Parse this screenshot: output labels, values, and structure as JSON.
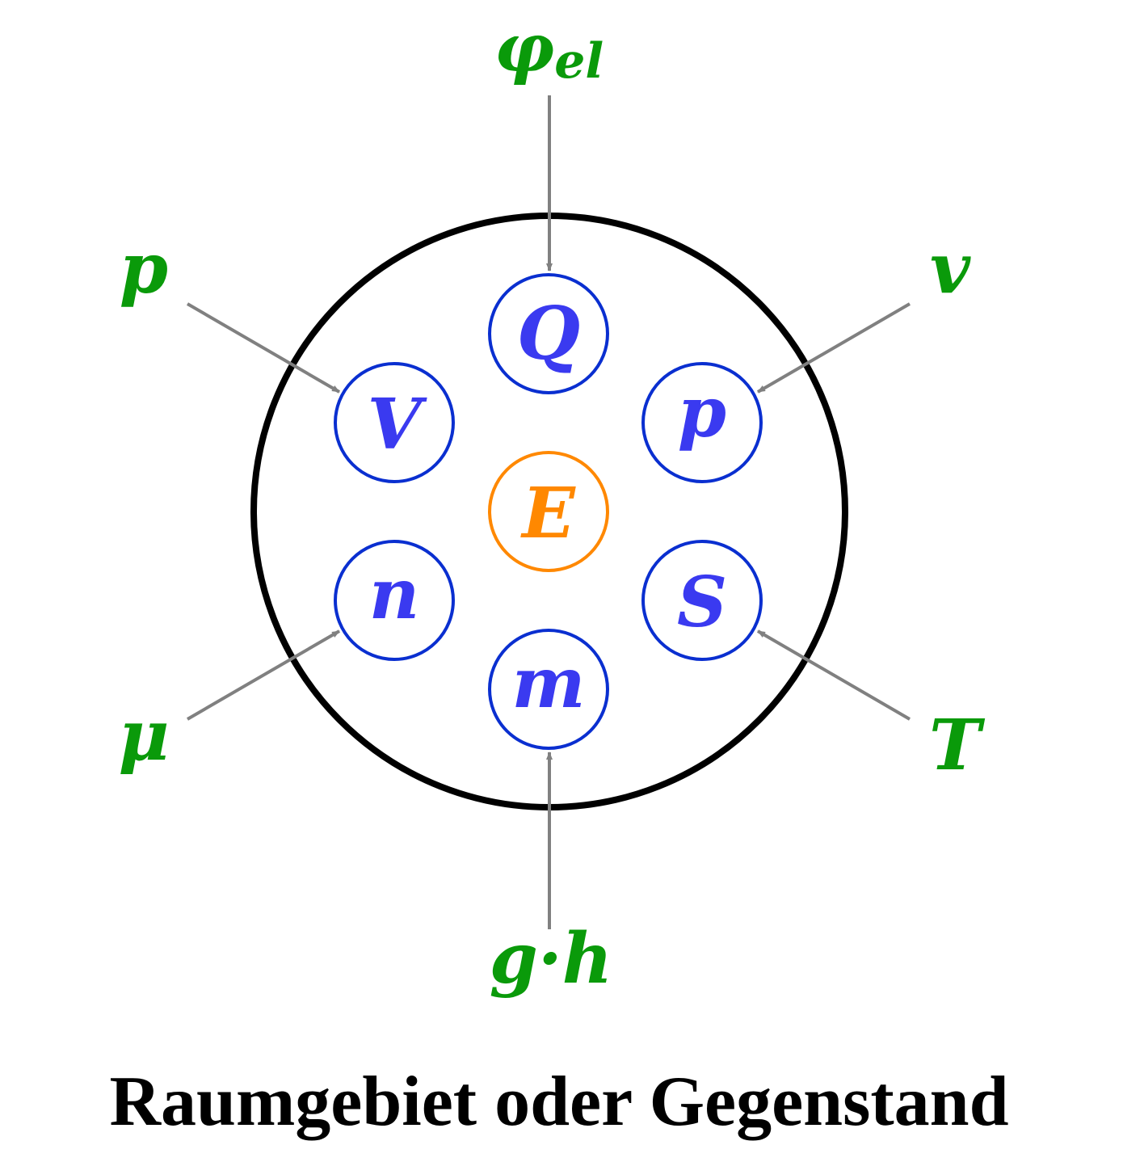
{
  "colors": {
    "outer_circle": "#000000",
    "state_circle": "#0a2fd0",
    "state_text": "#3a3af0",
    "energy": "#ff8800",
    "intensive_text": "#0a9a0a",
    "arrow": "#808080",
    "title": "#000000"
  },
  "energy": {
    "label": "E"
  },
  "states": [
    {
      "id": "Q",
      "label": "Q"
    },
    {
      "id": "V",
      "label": "V"
    },
    {
      "id": "p",
      "label": "p"
    },
    {
      "id": "n",
      "label": "n"
    },
    {
      "id": "S",
      "label": "S"
    },
    {
      "id": "m",
      "label": "m"
    }
  ],
  "intensives": [
    {
      "id": "phi",
      "label": "φ",
      "sub": "el",
      "target": "Q"
    },
    {
      "id": "p",
      "label": "p",
      "sub": "",
      "target": "V"
    },
    {
      "id": "v",
      "label": "v",
      "sub": "",
      "target": "p"
    },
    {
      "id": "mu",
      "label": "μ",
      "sub": "",
      "target": "n"
    },
    {
      "id": "T",
      "label": "T",
      "sub": "",
      "target": "S"
    },
    {
      "id": "gh",
      "label": "g·h",
      "sub": "",
      "target": "m"
    }
  ],
  "title": "Raumgebiet oder Gegenstand"
}
